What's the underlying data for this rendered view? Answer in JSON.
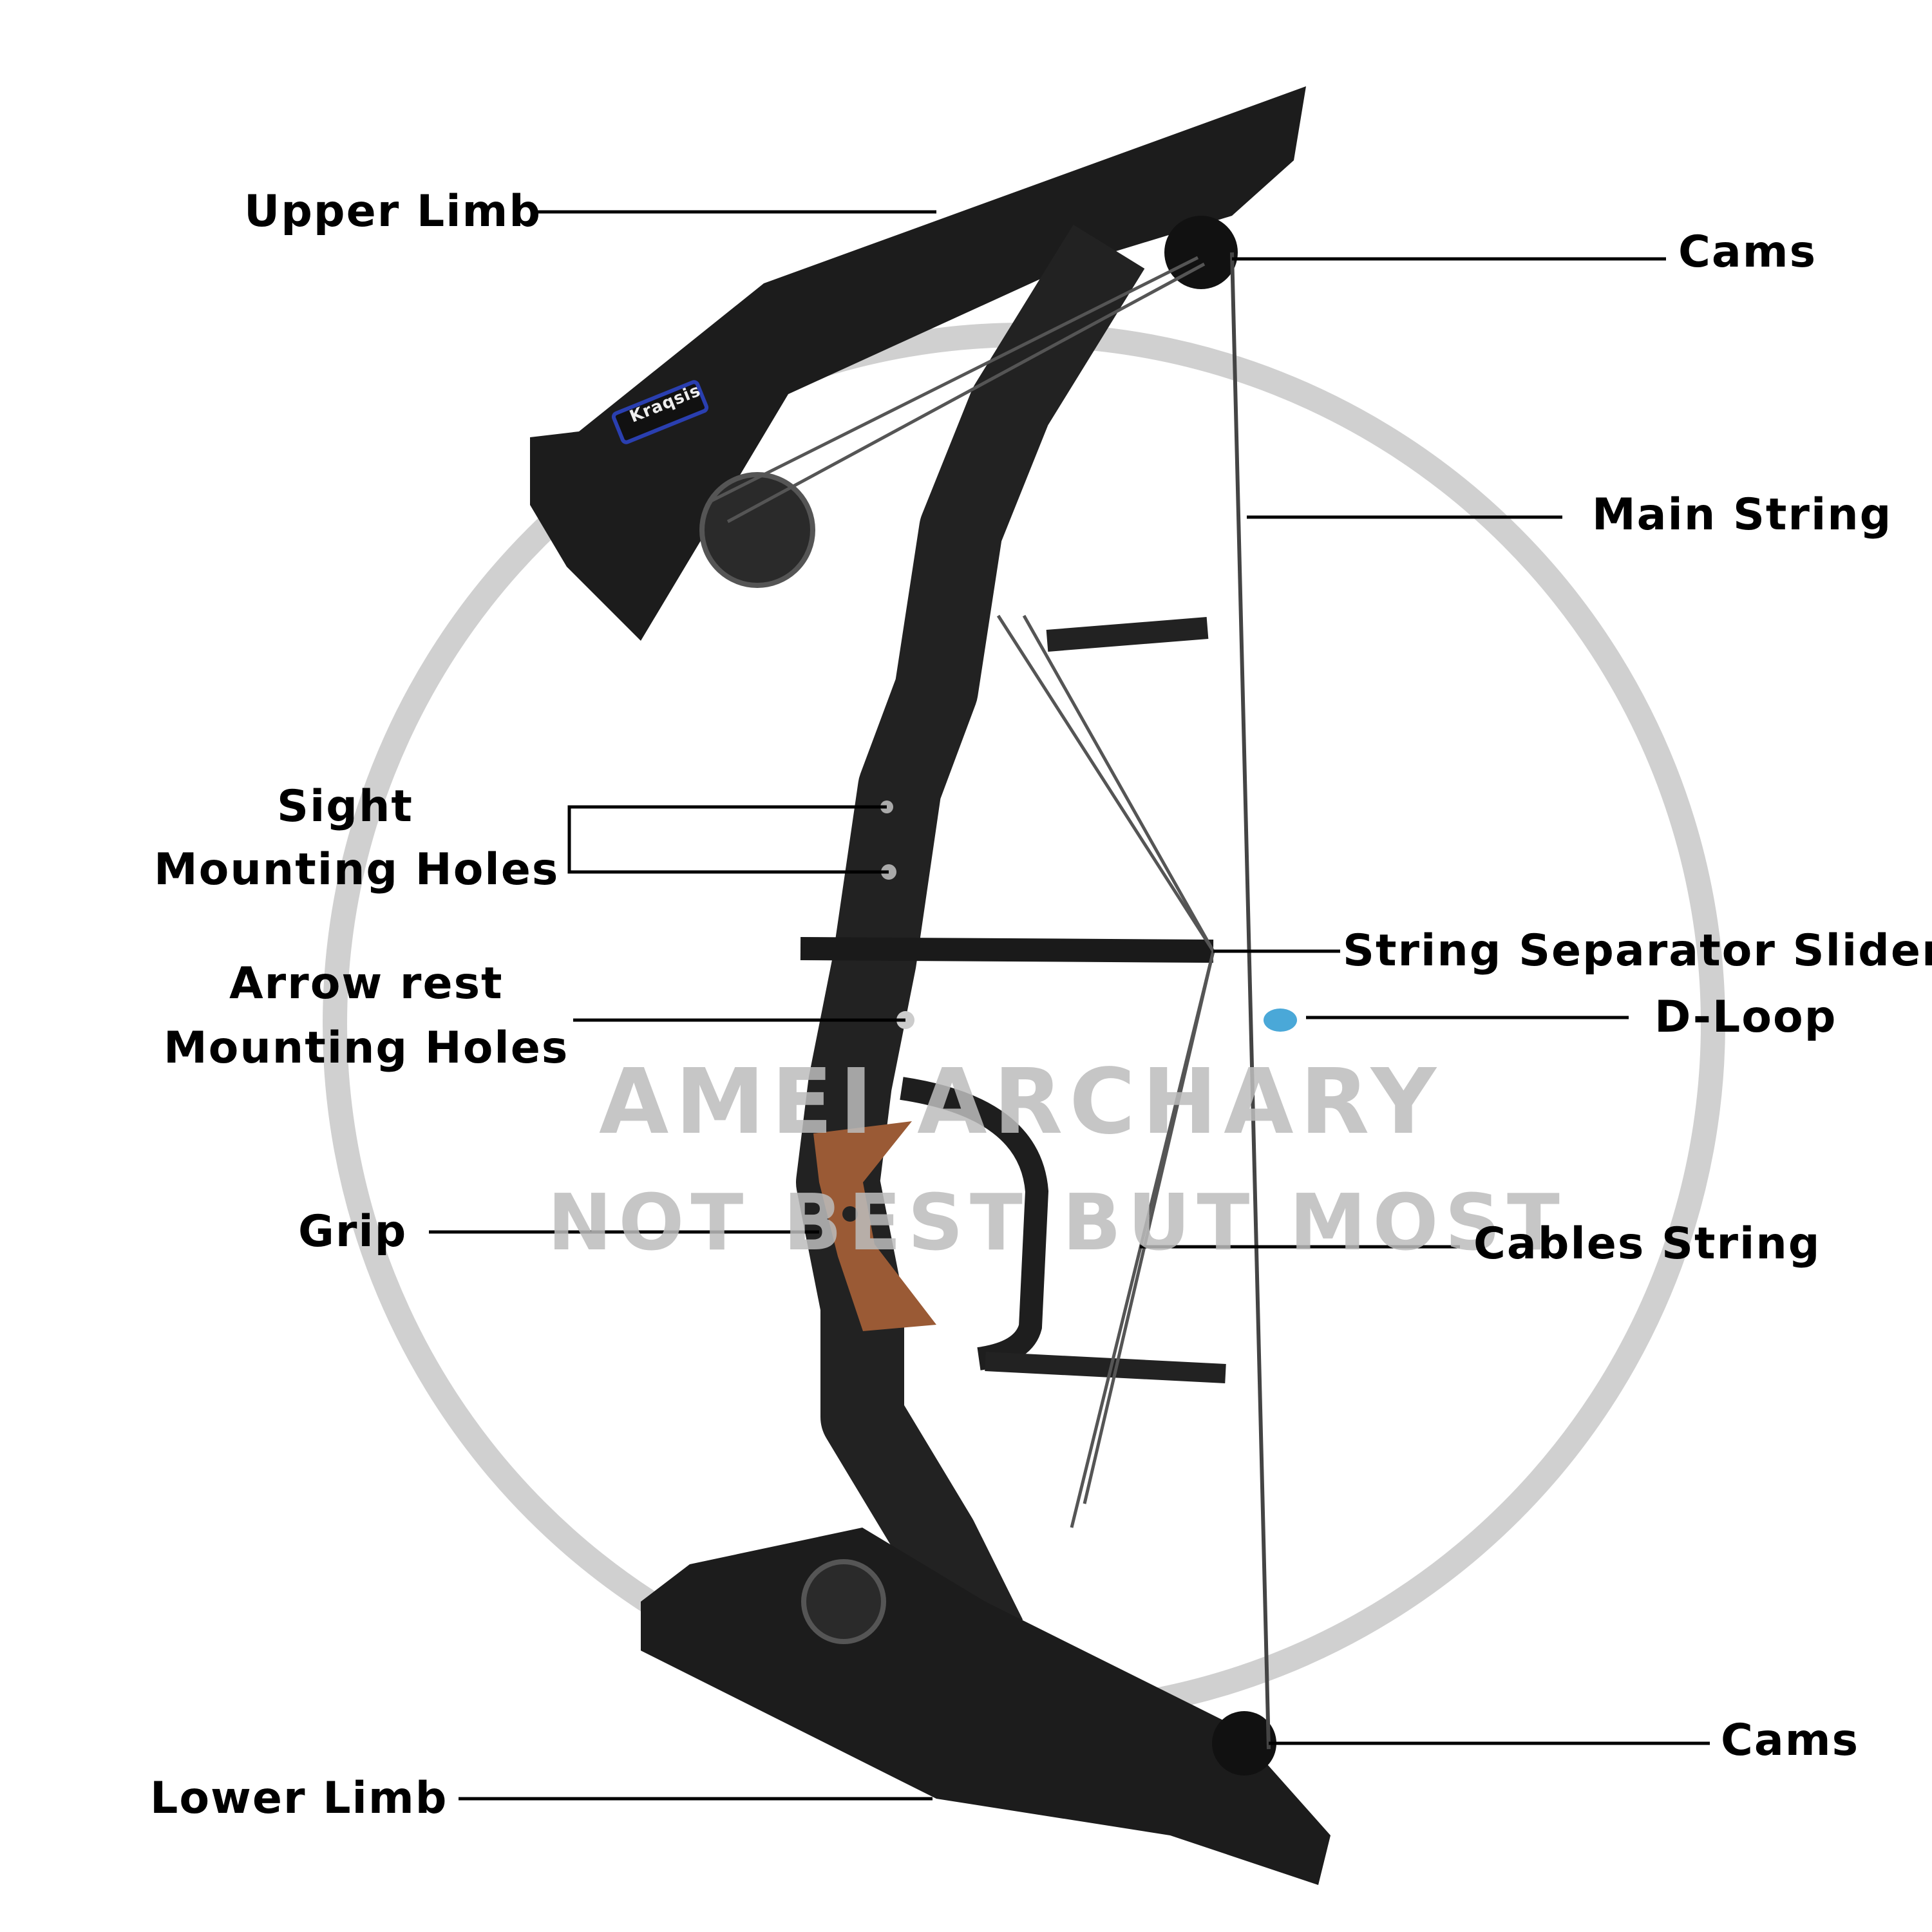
{
  "labels": {
    "upper_limb": "Upper Limb",
    "cams_top": "Cams",
    "main_string": "Main String",
    "sight_line1": "Sight",
    "sight_line2": "Mounting Holes",
    "string_separator": "String Separator Slider",
    "d_loop": "D-Loop",
    "arrow_rest_line1": "Arrow rest",
    "arrow_rest_line2": "Mounting Holes",
    "grip": "Grip",
    "cables_string": "Cables String",
    "cams_bottom": "Cams",
    "lower_limb": "Lower Limb"
  },
  "watermark": {
    "brand": "AMEI ARCHARY",
    "slogan": "NOT BEST BUT MOST"
  },
  "bow_logo": "Kraqsis",
  "colors": {
    "bow_body": "#1a1a1a",
    "grip_wood": "#9a5a35",
    "d_loop": "#4aa8d8",
    "logo_border": "#2a3fb0",
    "watermark": "#c4c4c4"
  }
}
